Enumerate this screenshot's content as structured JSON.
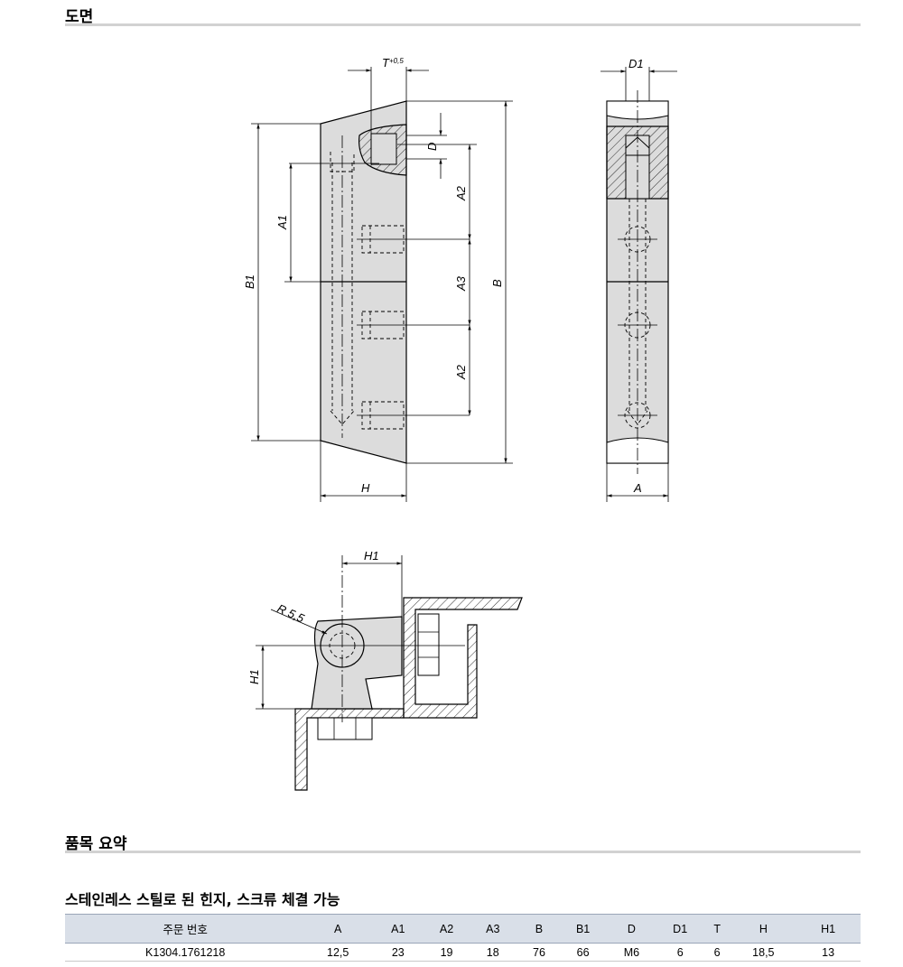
{
  "sections": {
    "drawing_title": "도면",
    "summary_title": "품목 요약"
  },
  "product": {
    "heading": "스테인레스 스틸로 된 힌지, 스크류 체결 가능"
  },
  "dimension_labels": {
    "T": "T",
    "T_tol": "+0,5",
    "D": "D",
    "A1": "A1",
    "A2_top": "A2",
    "A3": "A3",
    "A2_bottom": "A2",
    "B": "B",
    "B1": "B1",
    "H": "H",
    "D1": "D1",
    "A": "A",
    "H1_top": "H1",
    "H1_side": "H1",
    "R": "R 5,5"
  },
  "table": {
    "headers": [
      "주문 번호",
      "A",
      "A1",
      "A2",
      "A3",
      "B",
      "B1",
      "D",
      "D1",
      "T",
      "H",
      "H1"
    ],
    "rows": [
      [
        "K1304.1761218",
        "12,5",
        "23",
        "19",
        "18",
        "76",
        "66",
        "M6",
        "6",
        "6",
        "18,5",
        "13"
      ]
    ]
  },
  "colors": {
    "part_fill": "#dcdcdc",
    "rule": "#d2d2d2",
    "table_header_bg": "#d9dfe8"
  }
}
